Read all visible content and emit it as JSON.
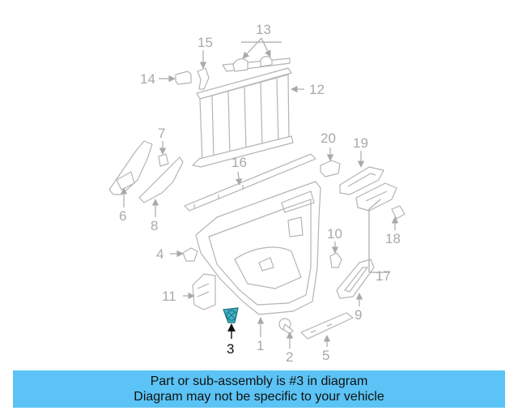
{
  "diagram": {
    "callouts": {
      "c1": "1",
      "c2": "2",
      "c3": "3",
      "c4": "4",
      "c5": "5",
      "c6": "6",
      "c7": "7",
      "c8": "8",
      "c9": "9",
      "c10": "10",
      "c11": "11",
      "c12": "12",
      "c13": "13",
      "c14": "14",
      "c15": "15",
      "c16": "16",
      "c17": "17",
      "c18": "18",
      "c19": "19",
      "c20": "20"
    },
    "highlighted_part": "3",
    "highlight_color": "#3fb6c9"
  },
  "banner": {
    "line1": "Part or sub-assembly is #3 in diagram",
    "line2": "Diagram may not be specific to your vehicle",
    "background": "#5bc3f5"
  }
}
